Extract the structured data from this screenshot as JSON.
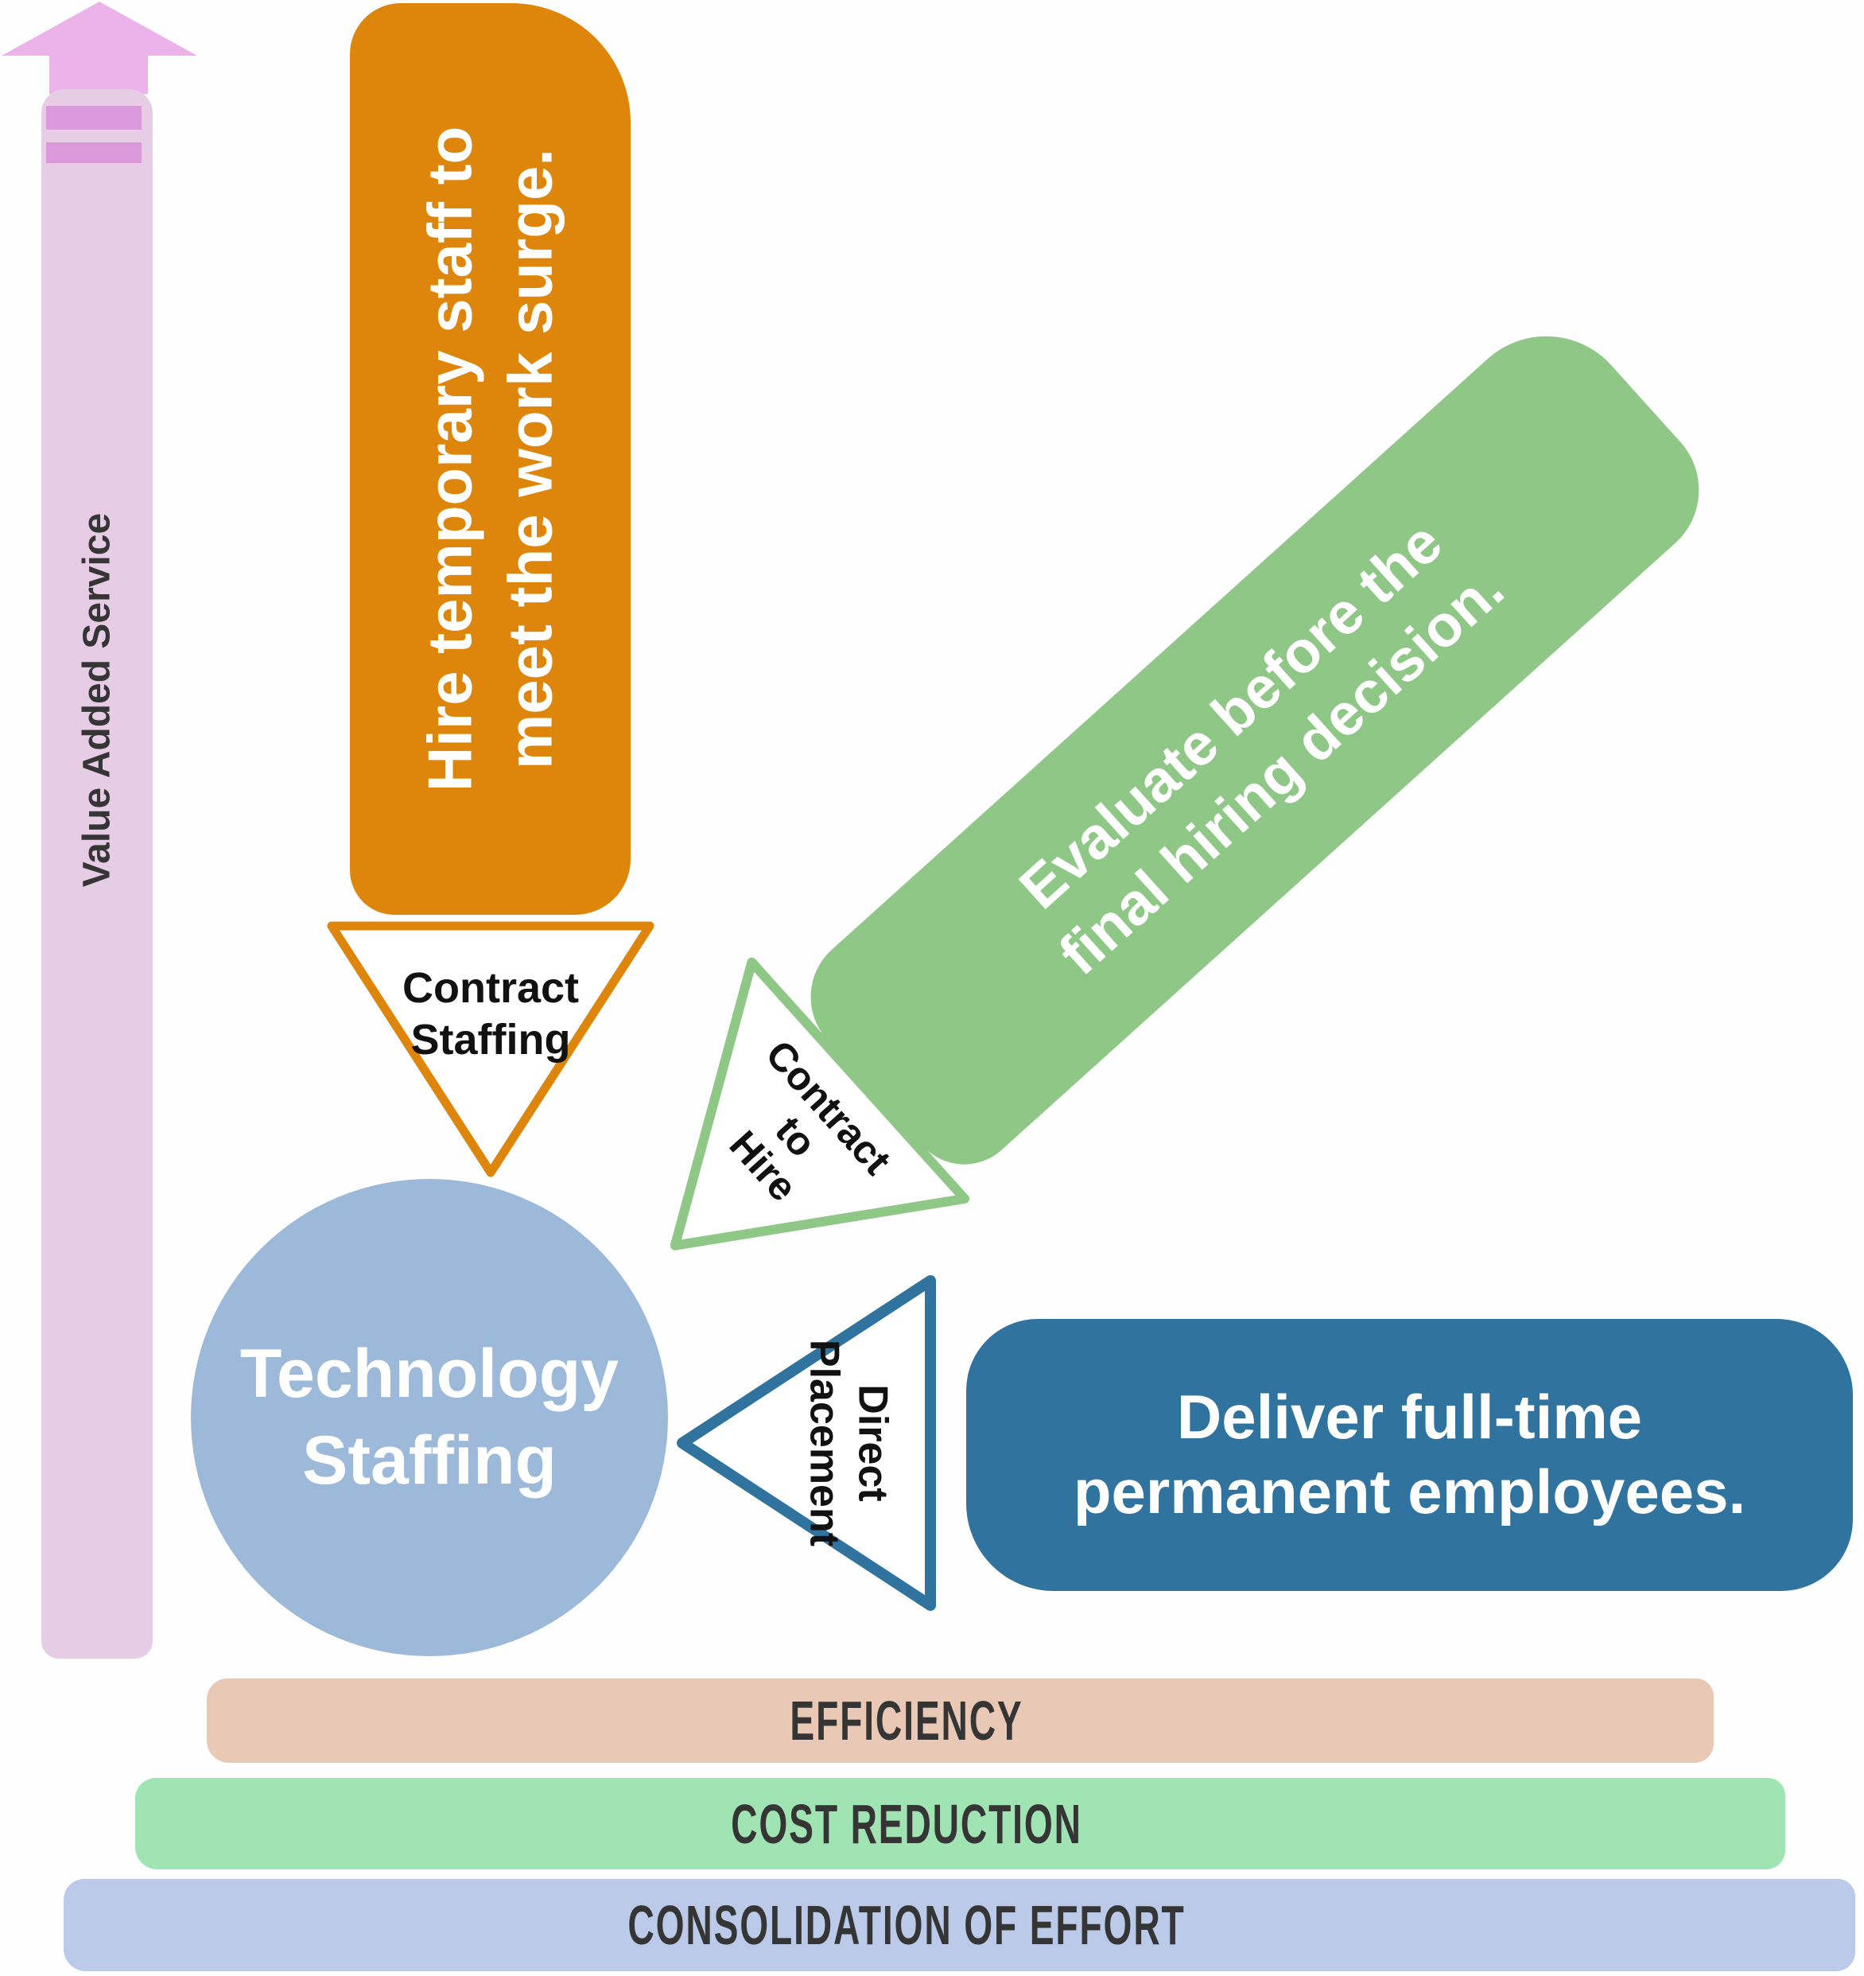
{
  "colors": {
    "background": "#FEFEFE",
    "orange": "#DE860C",
    "green": "#8FC786",
    "blue": "#2F739E",
    "hub_blue": "#9CB9DA",
    "pink_head": "#ECB3EB",
    "pink_body": "#E7CCE6",
    "pink_stripe": "#DB99DB",
    "bar_efficiency": "#EAC8B6",
    "bar_cost_reduction": "#A0E4B3",
    "bar_consolidation": "#BCCAEA",
    "label_dark": "#353535",
    "triangle_text": "#111111",
    "white_text": "#FFFFFF"
  },
  "value_axis": {
    "label": "Value Added Service"
  },
  "hub": {
    "line1": "Technology",
    "line2": "Staffing"
  },
  "services": {
    "contract_staffing": {
      "name_line1": "Contract",
      "name_line2": "Staffing",
      "desc_line1": "Hire temporary staff to",
      "desc_line2": "meet the work surge."
    },
    "contract_to_hire": {
      "name_line1": "Contract",
      "name_line2": "to",
      "name_line3": "Hire",
      "desc_line1": "Evaluate before the",
      "desc_line2": "final hiring decision."
    },
    "direct_placement": {
      "name_line1": "Direct",
      "name_line2": "Placement",
      "desc_line1": "Deliver full-time",
      "desc_line2": "permanent employees."
    }
  },
  "foundations": {
    "efficiency": "EFFICIENCY",
    "cost_reduction": "COST REDUCTION",
    "consolidation": "CONSOLIDATION OF EFFORT"
  }
}
